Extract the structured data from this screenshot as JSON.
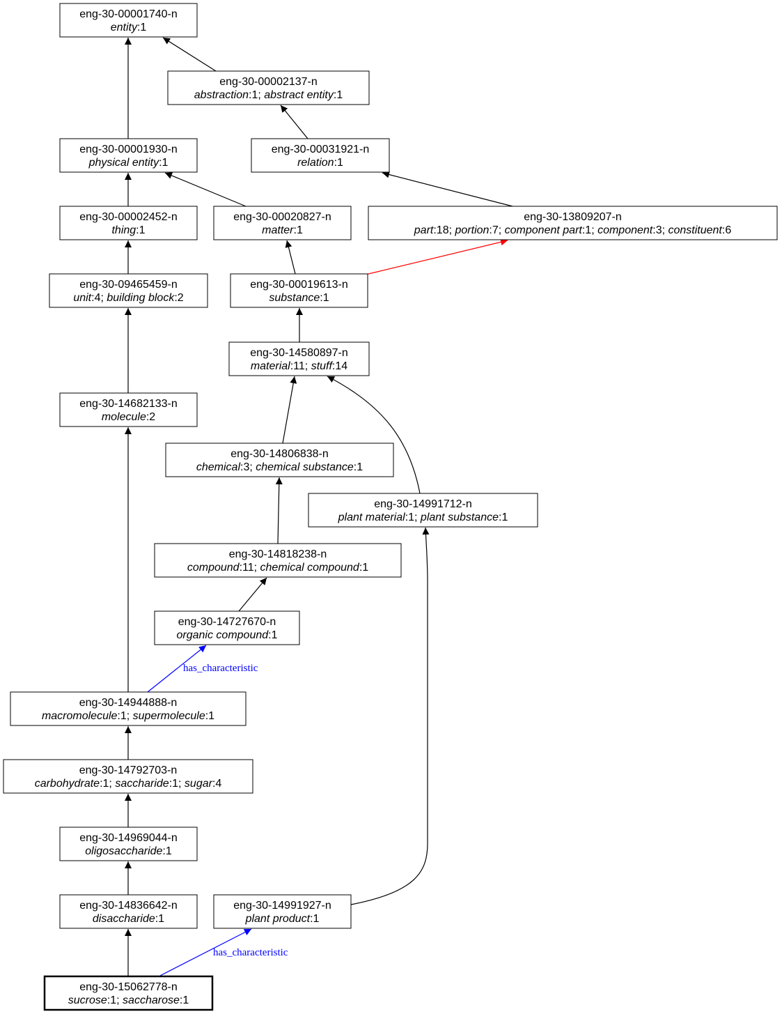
{
  "colors": {
    "hypernym": "#000000",
    "has_characteristic": "#0000ff",
    "part_of": "#ff0000"
  },
  "nodes": [
    {
      "id": "n00001740",
      "label": "eng-30-00001740-n",
      "lemmas": [
        [
          "entity",
          "1"
        ]
      ]
    },
    {
      "id": "n00002137",
      "label": "eng-30-00002137-n",
      "lemmas": [
        [
          "abstraction",
          "1"
        ],
        [
          "abstract entity",
          "1"
        ]
      ]
    },
    {
      "id": "n00001930",
      "label": "eng-30-00001930-n",
      "lemmas": [
        [
          "physical entity",
          "1"
        ]
      ]
    },
    {
      "id": "n00031921",
      "label": "eng-30-00031921-n",
      "lemmas": [
        [
          "relation",
          "1"
        ]
      ]
    },
    {
      "id": "n00002452",
      "label": "eng-30-00002452-n",
      "lemmas": [
        [
          "thing",
          "1"
        ]
      ]
    },
    {
      "id": "n00020827",
      "label": "eng-30-00020827-n",
      "lemmas": [
        [
          "matter",
          "1"
        ]
      ]
    },
    {
      "id": "n13809207",
      "label": "eng-30-13809207-n",
      "lemmas": [
        [
          "part",
          "18"
        ],
        [
          "portion",
          "7"
        ],
        [
          "component part",
          "1"
        ],
        [
          "component",
          "3"
        ],
        [
          "constituent",
          "6"
        ]
      ]
    },
    {
      "id": "n09465459",
      "label": "eng-30-09465459-n",
      "lemmas": [
        [
          "unit",
          "4"
        ],
        [
          "building block",
          "2"
        ]
      ]
    },
    {
      "id": "n00019613",
      "label": "eng-30-00019613-n",
      "lemmas": [
        [
          "substance",
          "1"
        ]
      ]
    },
    {
      "id": "n14580897",
      "label": "eng-30-14580897-n",
      "lemmas": [
        [
          "material",
          "11"
        ],
        [
          "stuff",
          "14"
        ]
      ]
    },
    {
      "id": "n14682133",
      "label": "eng-30-14682133-n",
      "lemmas": [
        [
          "molecule",
          "2"
        ]
      ]
    },
    {
      "id": "n14806838",
      "label": "eng-30-14806838-n",
      "lemmas": [
        [
          "chemical",
          "3"
        ],
        [
          "chemical substance",
          "1"
        ]
      ]
    },
    {
      "id": "n14991712",
      "label": "eng-30-14991712-n",
      "lemmas": [
        [
          "plant material",
          "1"
        ],
        [
          "plant substance",
          "1"
        ]
      ]
    },
    {
      "id": "n14818238",
      "label": "eng-30-14818238-n",
      "lemmas": [
        [
          "compound",
          "11"
        ],
        [
          "chemical compound",
          "1"
        ]
      ]
    },
    {
      "id": "n14727670",
      "label": "eng-30-14727670-n",
      "lemmas": [
        [
          "organic compound",
          "1"
        ]
      ]
    },
    {
      "id": "n14944888",
      "label": "eng-30-14944888-n",
      "lemmas": [
        [
          "macromolecule",
          "1"
        ],
        [
          "supermolecule",
          "1"
        ]
      ]
    },
    {
      "id": "n14792703",
      "label": "eng-30-14792703-n",
      "lemmas": [
        [
          "carbohydrate",
          "1"
        ],
        [
          "saccharide",
          "1"
        ],
        [
          "sugar",
          "4"
        ]
      ]
    },
    {
      "id": "n14969044",
      "label": "eng-30-14969044-n",
      "lemmas": [
        [
          "oligosaccharide",
          "1"
        ]
      ]
    },
    {
      "id": "n14836642",
      "label": "eng-30-14836642-n",
      "lemmas": [
        [
          "disaccharide",
          "1"
        ]
      ]
    },
    {
      "id": "n14991927",
      "label": "eng-30-14991927-n",
      "lemmas": [
        [
          "plant product",
          "1"
        ]
      ]
    },
    {
      "id": "n15062778",
      "label": "eng-30-15062778-n",
      "lemmas": [
        [
          "sucrose",
          "1"
        ],
        [
          "saccharose",
          "1"
        ]
      ],
      "focus": true
    }
  ],
  "edges": [
    {
      "from": "n00001930",
      "to": "n00001740",
      "kind": "hypernym"
    },
    {
      "from": "n00002137",
      "to": "n00001740",
      "kind": "hypernym"
    },
    {
      "from": "n00031921",
      "to": "n00002137",
      "kind": "hypernym"
    },
    {
      "from": "n00002452",
      "to": "n00001930",
      "kind": "hypernym"
    },
    {
      "from": "n00020827",
      "to": "n00001930",
      "kind": "hypernym"
    },
    {
      "from": "n13809207",
      "to": "n00031921",
      "kind": "hypernym"
    },
    {
      "from": "n09465459",
      "to": "n00002452",
      "kind": "hypernym"
    },
    {
      "from": "n00019613",
      "to": "n00020827",
      "kind": "hypernym"
    },
    {
      "from": "n00019613",
      "to": "n13809207",
      "kind": "part_of"
    },
    {
      "from": "n14580897",
      "to": "n00019613",
      "kind": "hypernym"
    },
    {
      "from": "n14682133",
      "to": "n09465459",
      "kind": "hypernym"
    },
    {
      "from": "n14806838",
      "to": "n14580897",
      "kind": "hypernym"
    },
    {
      "from": "n14991712",
      "to": "n14580897",
      "kind": "hypernym"
    },
    {
      "from": "n14818238",
      "to": "n14806838",
      "kind": "hypernym"
    },
    {
      "from": "n14727670",
      "to": "n14818238",
      "kind": "hypernym"
    },
    {
      "from": "n14944888",
      "to": "n14682133",
      "kind": "hypernym"
    },
    {
      "from": "n14944888",
      "to": "n14727670",
      "kind": "has_characteristic",
      "label": "has_characteristic"
    },
    {
      "from": "n14792703",
      "to": "n14944888",
      "kind": "hypernym"
    },
    {
      "from": "n14969044",
      "to": "n14792703",
      "kind": "hypernym"
    },
    {
      "from": "n14836642",
      "to": "n14969044",
      "kind": "hypernym"
    },
    {
      "from": "n14991927",
      "to": "n14991712",
      "kind": "hypernym"
    },
    {
      "from": "n15062778",
      "to": "n14836642",
      "kind": "hypernym"
    },
    {
      "from": "n15062778",
      "to": "n14991927",
      "kind": "has_characteristic",
      "label": "has_characteristic"
    }
  ]
}
